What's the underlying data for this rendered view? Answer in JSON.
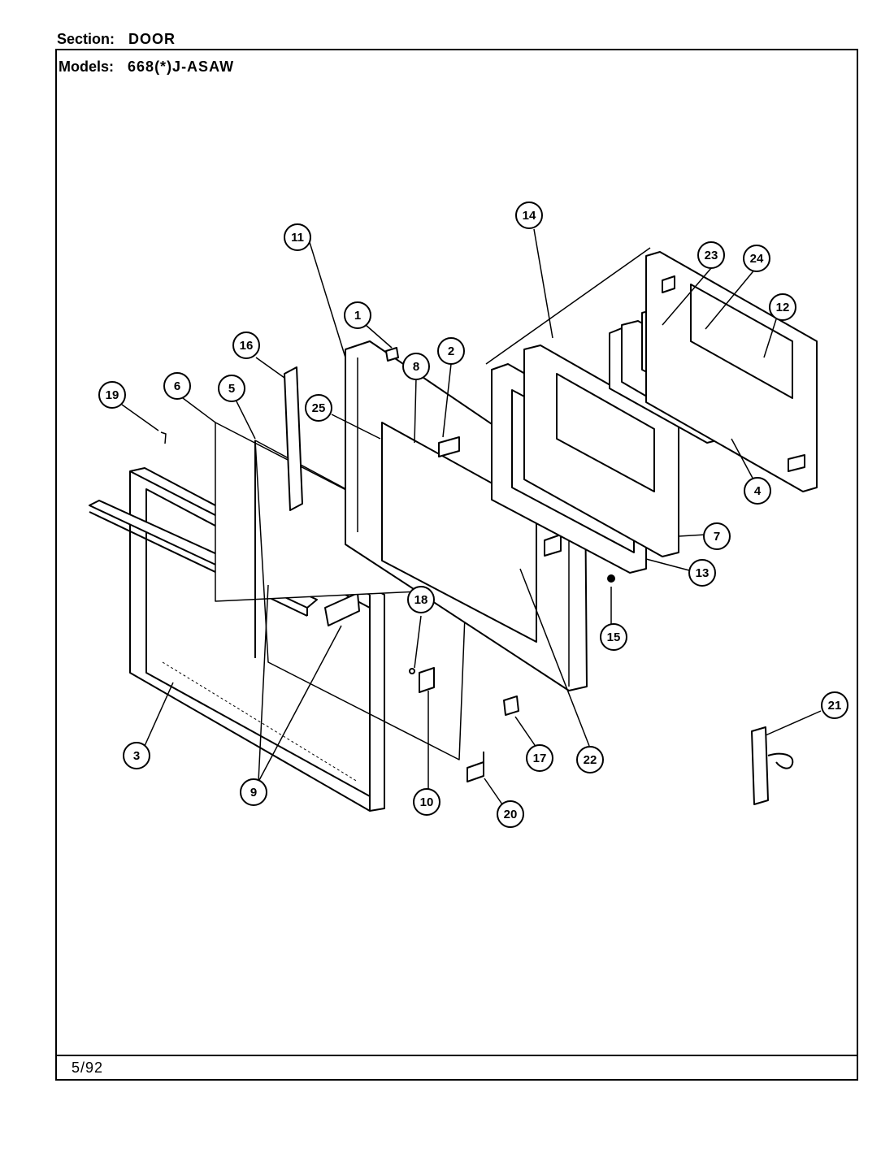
{
  "header": {
    "section_label": "Section:",
    "section_value": "DOOR",
    "models_label": "Models:",
    "models_value": "668(*)J-ASAW"
  },
  "footer": {
    "date": "5/92"
  },
  "callouts": {
    "c1": "1",
    "c2": "2",
    "c3": "3",
    "c4": "4",
    "c5": "5",
    "c6": "6",
    "c7": "7",
    "c8": "8",
    "c9": "9",
    "c10": "10",
    "c11": "11",
    "c12": "12",
    "c13": "13",
    "c14": "14",
    "c15": "15",
    "c16": "16",
    "c17": "17",
    "c18": "18",
    "c19": "19",
    "c20": "20",
    "c21": "21",
    "c22": "22",
    "c23": "23",
    "c24": "24",
    "c25": "25"
  }
}
